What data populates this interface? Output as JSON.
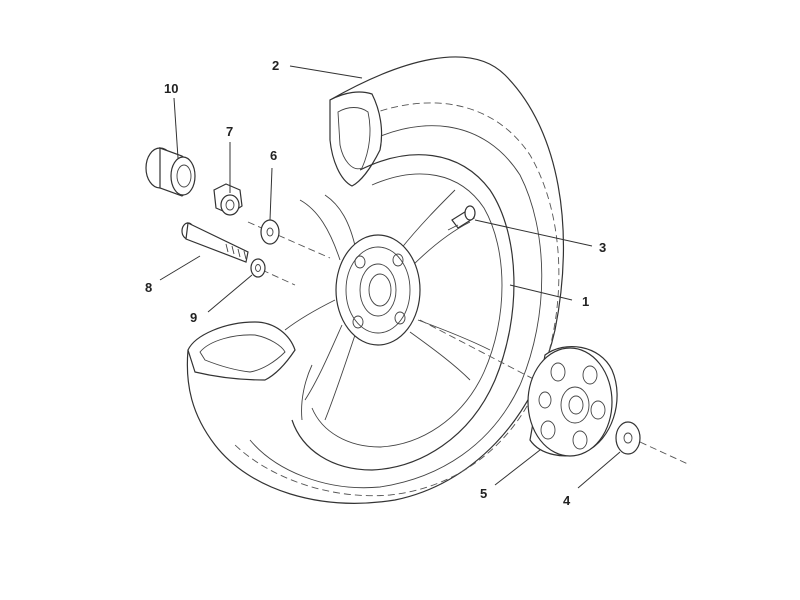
{
  "diagram": {
    "labels": {
      "p1": "1",
      "p2": "2",
      "p3": "3",
      "p4": "4",
      "p5": "5",
      "p6": "6",
      "p7": "7",
      "p8": "8",
      "p9": "9",
      "p10": "10"
    }
  },
  "colors": {
    "line": "#333333",
    "background": "#ffffff"
  }
}
